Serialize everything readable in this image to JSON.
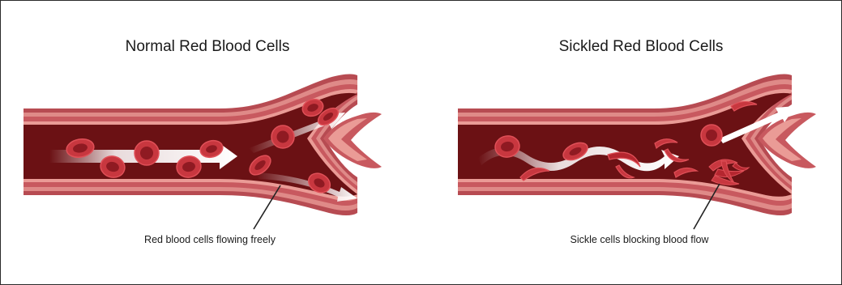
{
  "panels": {
    "normal": {
      "title": "Normal Red Blood Cells",
      "caption": "Red blood cells flowing freely"
    },
    "sickle": {
      "title": "Sickled Red Blood Cells",
      "caption": "Sickle cells blocking blood flow"
    }
  },
  "colors": {
    "vessel_outer": "#b74b52",
    "vessel_band": "#df8a88",
    "vessel_wall": "#c8595f",
    "vessel_inner_edge": "#ea9b96",
    "lumen": "#6b1114",
    "cell": "#c8373f",
    "cell_center": "#8f1a22",
    "arrow": "#ffffff",
    "leader_line": "#222222"
  }
}
